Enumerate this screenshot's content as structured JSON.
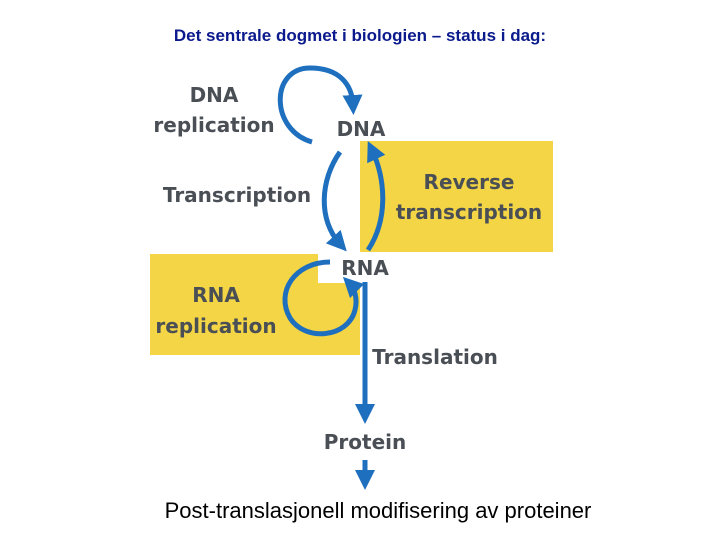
{
  "title": "Det sentrale dogmet i biologien – status i dag:",
  "footer": "Post-translasjonell modifisering av proteiner",
  "colors": {
    "arrow": "#1f6fbf",
    "highlight": "#f4d545",
    "label": "#4a4f55",
    "title": "#0b1a8c"
  },
  "nodes": {
    "dna": "DNA",
    "rna": "RNA",
    "protein": "Protein"
  },
  "processes": {
    "dna_replication": [
      "DNA",
      "replication"
    ],
    "transcription": "Transcription",
    "reverse_transcription": [
      "Reverse",
      "transcription"
    ],
    "rna_replication": [
      "RNA",
      "replication"
    ],
    "translation": "Translation"
  }
}
